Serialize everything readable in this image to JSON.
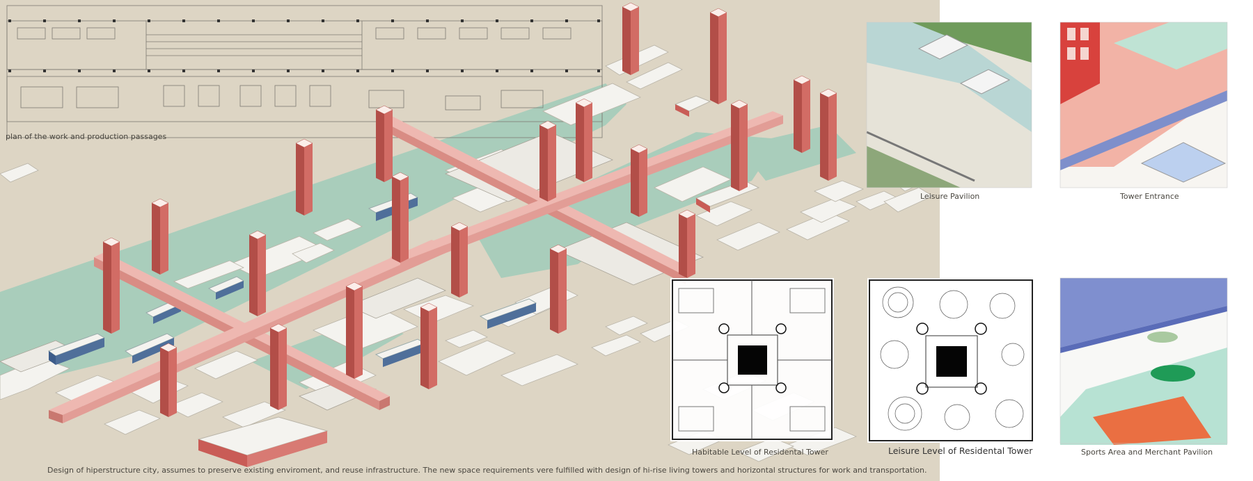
{
  "plan_label": "plan of the work and production passages",
  "bottom_caption": "Design of hiperstructure city, assumes to preserve existing enviroment, and reuse infrastructure.  The new space requirements vere fulfilled with design of hi-rise living towers and horizontal structures for work and transportation.",
  "panels": {
    "leisure_pavilion": "Leisure Pavilion",
    "tower_entrance": "Tower Entrance",
    "habitable_level": "Habitable Level of Residental Tower",
    "leisure_level": "Leisure Level of Residental Tower",
    "sports_area": "Sports Area and Merchant Pavilion"
  },
  "colors": {
    "ground": "#ddd5c4",
    "water": "#a9cdbb",
    "brick": "#c95c56",
    "bridge": "#e9aca6",
    "building": "#f4f3ef",
    "blue_building": "#4f6f9a",
    "white": "#ffffff"
  }
}
